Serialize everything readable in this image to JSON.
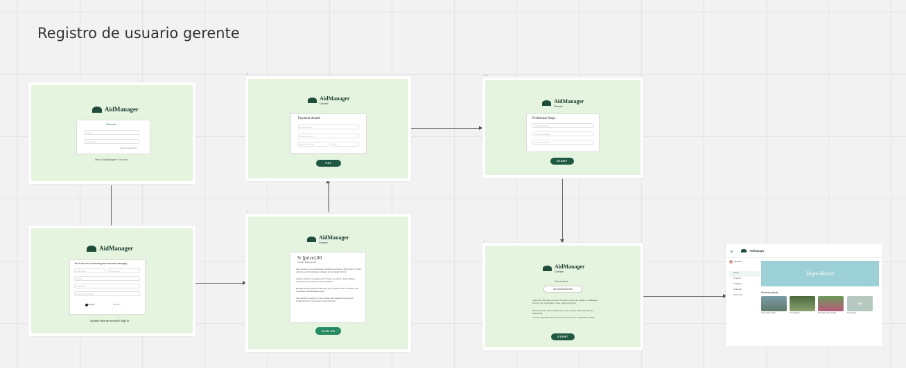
{
  "board_title": "Registro de usuario gerente",
  "login": {
    "logo": "AidManager",
    "card_title": "Welcome",
    "email_ph": "Email",
    "password_ph": "Password",
    "forgot": "Forgot password?",
    "footer": "New to AidManager? Join now"
  },
  "signup": {
    "logo": "AidManager",
    "card_title": "Join to the best volunteering team and start managing",
    "f1": "First name",
    "f2": "Last name",
    "f3": "Email",
    "f4": "Password",
    "f5": "Confirm password",
    "opt1": "Manager",
    "opt2": "Member",
    "footer": "Already have an account? Sign in"
  },
  "payment": {
    "tag": "3",
    "logo": "AidManager",
    "logo_sub": "Gerente",
    "card_title": "Payment details",
    "f1": "Card number",
    "f2": "Name on card",
    "f3": "Expiration date",
    "f4": "CVV",
    "button": "PAY"
  },
  "pricing": {
    "tag": "2",
    "logo": "AidManager",
    "logo_sub": "Gerente",
    "price": "S/ [price].00",
    "period": "/month, starting now",
    "items": [
      "Gain access to comprehensive analytics and donor information to help optimize your fundraising strategy and outreach efforts.",
      "Achieve efficient management for team members, stake-holders, resources and seamless communication.",
      "Manage and coordinate efficiently your projects, team members and volunteers with dedicated tools.",
      "Get real-time insights on your impact with detailed reports and dashboards for transparent communication."
    ],
    "button": "JOIN US"
  },
  "preliminary": {
    "tag": "4.1",
    "logo": "AidManager",
    "logo_sub": "Gerente",
    "card_title": "Preliminar Steps",
    "f1": "Company name",
    "f2": "Country / Region",
    "f3": "Company email",
    "button": "START"
  },
  "code": {
    "tag": "5",
    "logo": "AidManager",
    "logo_sub": "Gerente",
    "label": "Your code is",
    "code": "AIS-415-2XJ2XJ2X",
    "p1": "Share this code with your team members so they can register in AidManager and join your organization. Keep it safe and secure.",
    "p2": "Members will be able to collaborate in your projects, take tasks and see dashboards.",
    "p3": "You can regenerate this code at any time from your organization settings.",
    "button": "START"
  },
  "dashboard": {
    "user": "Gerente",
    "user_sub": "AidManager",
    "hero": "Hope Haven",
    "recent_label": "Recent projects",
    "menu": [
      "Home",
      "Projects",
      "Analytics",
      "Calendar",
      "Team info"
    ],
    "projects": [
      "Clean water project",
      "Tree planting",
      "Emergency food supply",
      "New project"
    ]
  },
  "colors": {
    "screen_bg": "#e4f4df",
    "primary": "#1f5942",
    "hero": "#9bd0d6"
  }
}
